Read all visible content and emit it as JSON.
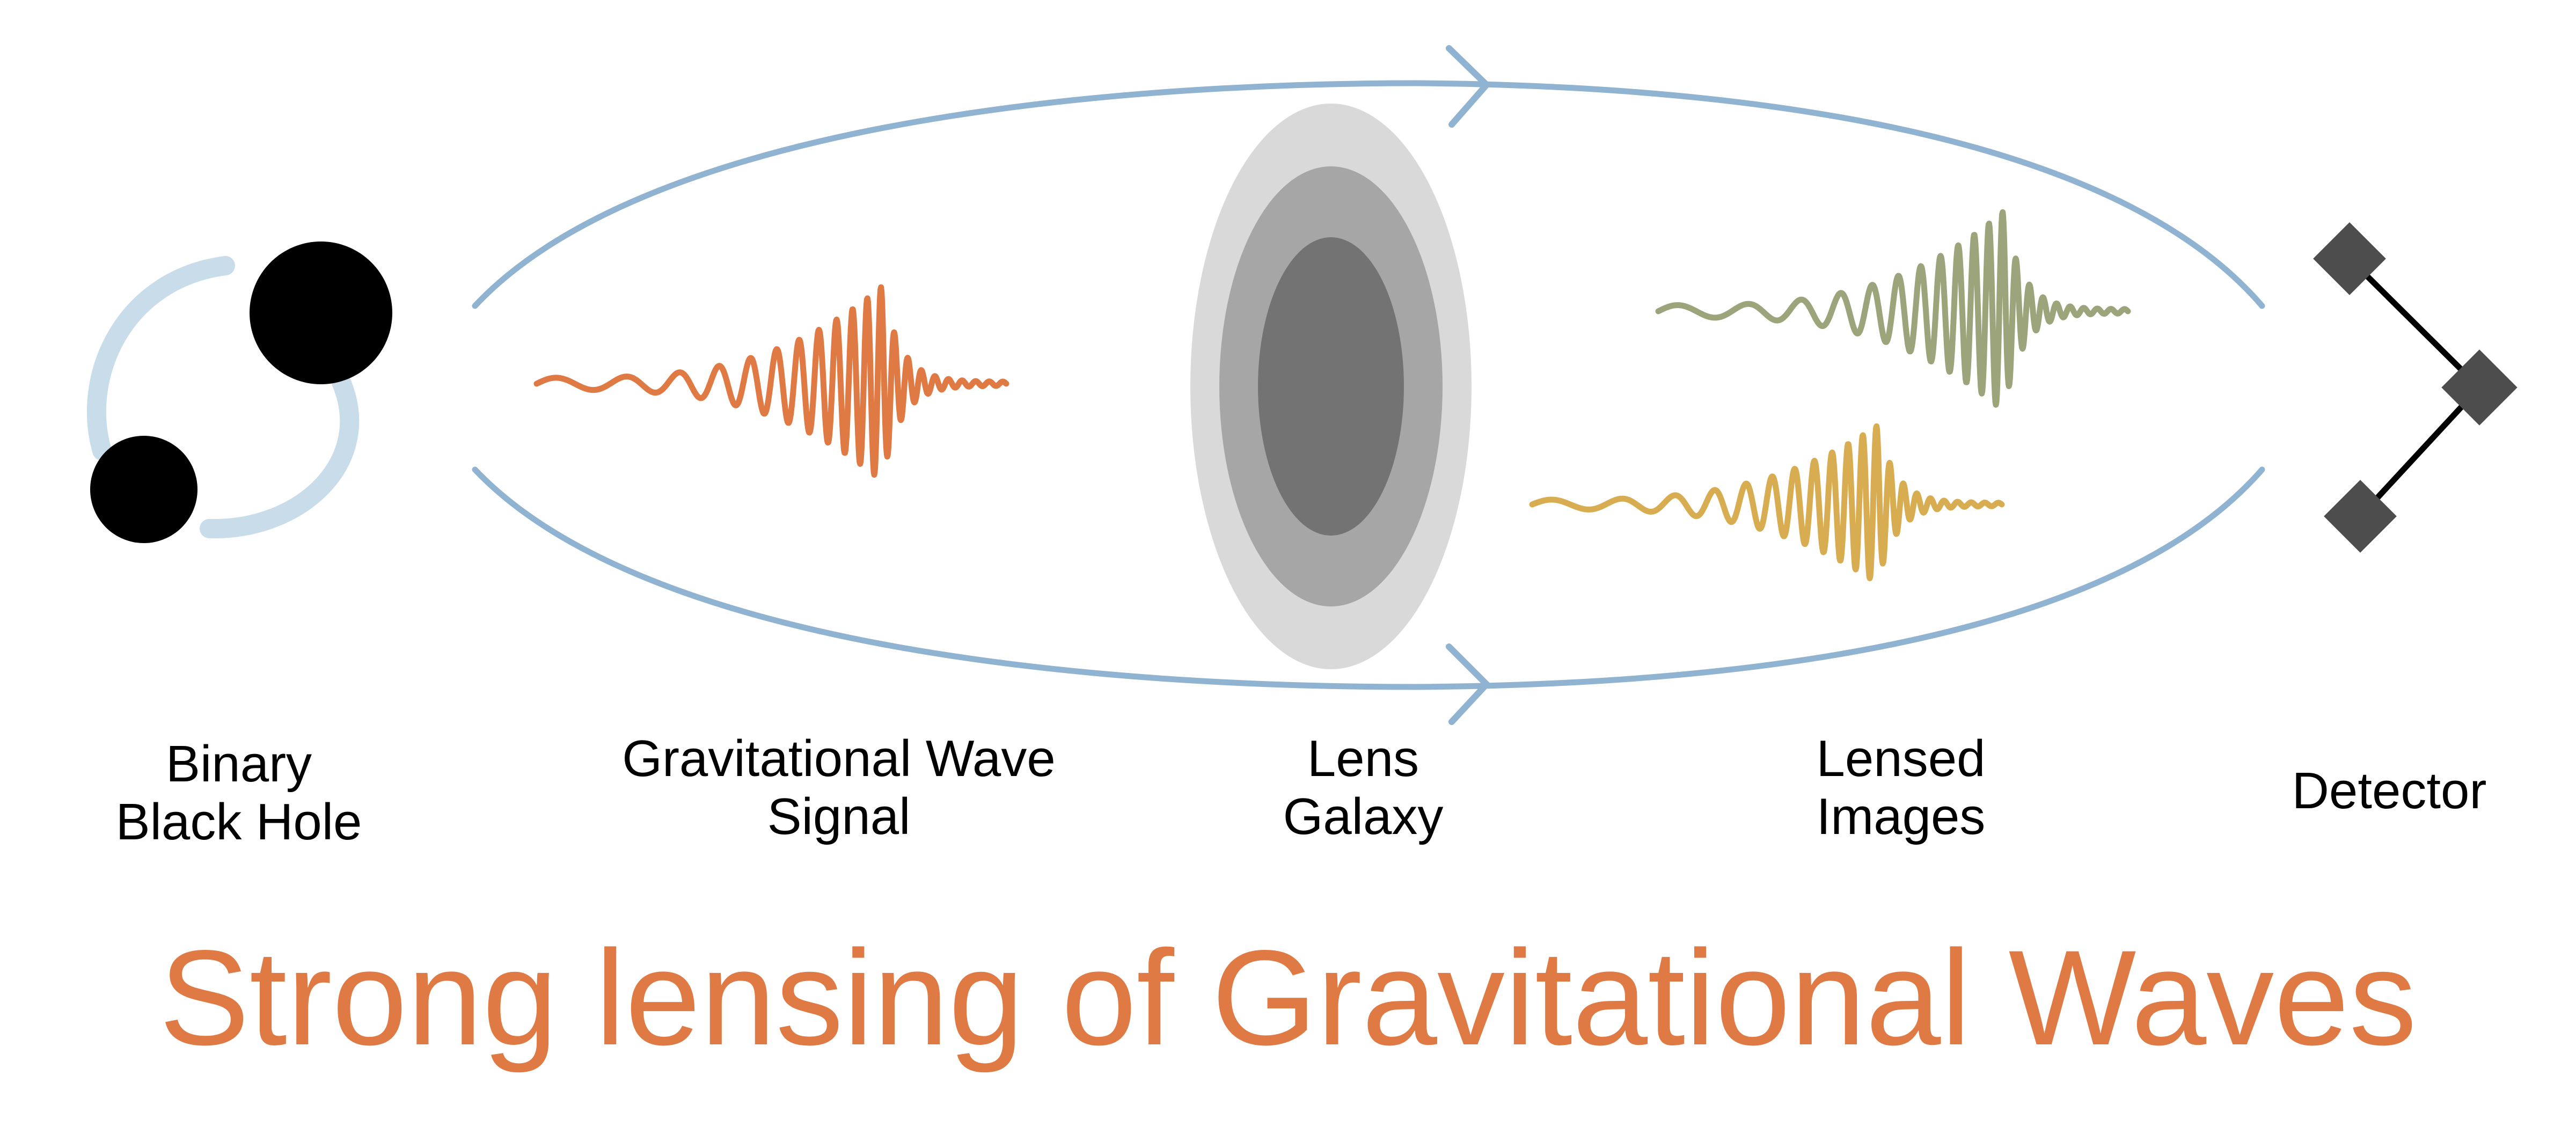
{
  "title": "Strong lensing of Gravitational Waves",
  "stages": [
    {
      "id": "binary-black-hole",
      "lines": [
        "Binary",
        "Black Hole"
      ]
    },
    {
      "id": "gravitational-wave-signal",
      "lines": [
        "Gravitational Wave",
        "Signal"
      ]
    },
    {
      "id": "lens-galaxy",
      "lines": [
        "Lens",
        "Galaxy"
      ]
    },
    {
      "id": "lensed-images",
      "lines": [
        "Lensed",
        "Images"
      ]
    },
    {
      "id": "detector",
      "lines": [
        "Detector"
      ]
    }
  ],
  "colors": {
    "title": "#e07a45",
    "signal": "#e07a45",
    "lensed_upper": "#9ba47a",
    "lensed_lower": "#d8ad52",
    "paths": "#8fb3d1",
    "orbit": "#c9dcea",
    "black_hole": "#000000",
    "galaxy_outer": "#d9d9d9",
    "galaxy_mid": "#a6a6a6",
    "galaxy_inner": "#737373",
    "detector": "#4d4d4d"
  }
}
